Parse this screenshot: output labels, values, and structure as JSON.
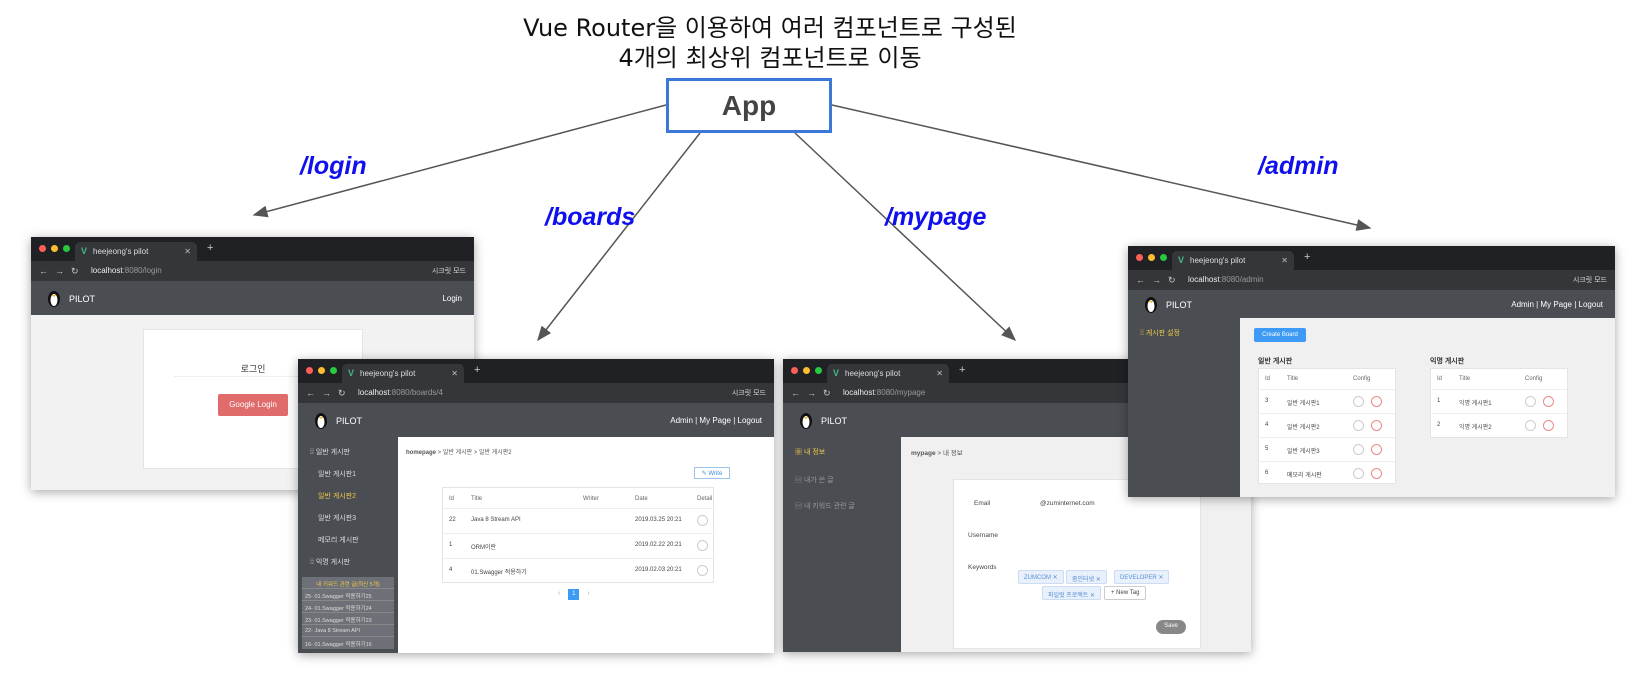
{
  "title": {
    "line1": "Vue Router을 이용하여 여러 컴포넌트로 구성된",
    "line2": "4개의 최상위 컴포넌트로 이동"
  },
  "root_node": "App",
  "routes": [
    "/login",
    "/boards",
    "/mypage",
    "/admin"
  ],
  "browser": {
    "tab_title": "heejeong's pilot",
    "incognito": "시크릿 모드",
    "host": "localhost",
    "port_prefix": ":8080"
  },
  "app": {
    "brand": "PILOT",
    "nav_links": "Admin | My Page | Logout"
  },
  "login": {
    "path": "/login",
    "header_right": "Login",
    "card_title": "로그인",
    "button": "Google Login"
  },
  "boards": {
    "path": "/boards/4",
    "sidebar": {
      "group1": "일반 게시판",
      "items": [
        "일반 게시판1",
        "일반 게시판2",
        "일반 게시판3",
        "메모리 게시판"
      ],
      "group2": "익명 게시판",
      "keyword_header": "내 키워드 관련 글(최신 5개)",
      "keyword_posts": [
        "25- 01.Swagger 적용하기25",
        "24- 01.Swagger 적용하기24",
        "23- 01.Swagger 적용하기23",
        "22- Java 8 Stream API",
        "16- 01.Swagger 적용하기16"
      ]
    },
    "breadcrumb": [
      "homepage",
      "일반 게시판",
      "일반 게시판2"
    ],
    "write_button": "Write",
    "columns": [
      "Id",
      "Title",
      "Writer",
      "Date",
      "Detail"
    ],
    "rows": [
      {
        "id": "22",
        "title": "Java 8 Stream API",
        "date": "2019.03.25 20:21"
      },
      {
        "id": "1",
        "title": "ORM이란",
        "date": "2019.02.22 20:21"
      },
      {
        "id": "4",
        "title": "01.Swagger 적용하기",
        "date": "2019.02.03 20:21"
      }
    ],
    "page": "1"
  },
  "mypage": {
    "path": "/mypage",
    "sidebar": [
      "내 정보",
      "내가 쓴 글",
      "내 키워드 관련 글"
    ],
    "breadcrumb": [
      "mypage",
      "내 정보"
    ],
    "email_label": "Email",
    "email_value": "@zuminternet.com",
    "username_label": "Username",
    "keywords_label": "Keywords",
    "keywords": [
      "ZUMCOM",
      "줌인터넷",
      "DEVELOPER",
      "파일럿 프로젝트"
    ],
    "new_tag": "+ New Tag",
    "save": "Save"
  },
  "admin": {
    "path": "/admin",
    "sidebar": "게시판 설정",
    "create_button": "Create Board",
    "general_title": "일반 게시판",
    "anon_title": "익명 게시판",
    "columns": [
      "Id",
      "Title",
      "Config"
    ],
    "general_rows": [
      {
        "id": "3",
        "title": "일반 게시판1"
      },
      {
        "id": "4",
        "title": "일반 게시판2"
      },
      {
        "id": "5",
        "title": "일반 게시판3"
      },
      {
        "id": "6",
        "title": "메모리 게시판"
      }
    ],
    "anon_rows": [
      {
        "id": "1",
        "title": "익명 게시판1"
      },
      {
        "id": "2",
        "title": "익명 게시판2"
      }
    ]
  },
  "colors": {
    "arrow": "#555555",
    "route_label": "#1010ee",
    "app_border": "#3c78d8",
    "login_button": "#e06b6b",
    "active_item": "#f0c94a"
  }
}
